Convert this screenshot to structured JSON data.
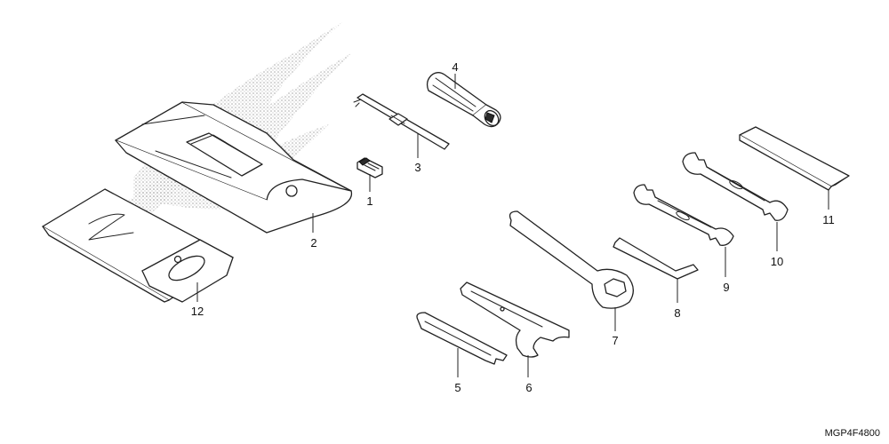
{
  "callouts": {
    "c1": "1",
    "c2": "2",
    "c3": "3",
    "c4": "4",
    "c5": "5",
    "c6": "6",
    "c7": "7",
    "c8": "8",
    "c9": "9",
    "c10": "10",
    "c11": "11",
    "c12": "12"
  },
  "diagram_code": "MGP4F4800",
  "colors": {
    "line": "#222222",
    "background": "#ffffff",
    "watermark_stipple": "#9a9a9a"
  }
}
